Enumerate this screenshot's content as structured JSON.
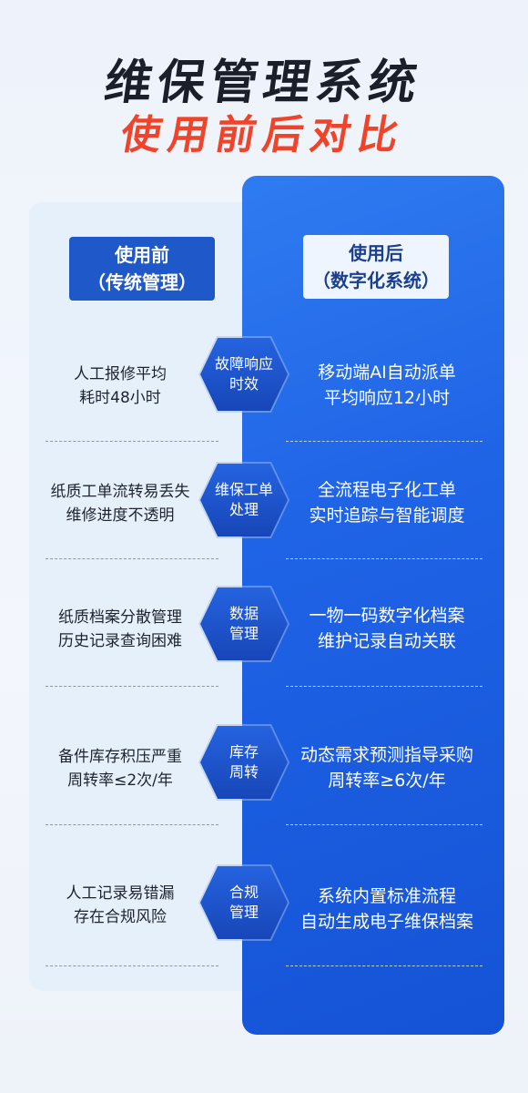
{
  "title": {
    "main": "维保管理系统",
    "sub": "使用前后对比"
  },
  "header": {
    "left_line1": "使用前",
    "left_line2": "（传统管理）",
    "right_line1": "使用后",
    "right_line2": "（数字化系统）"
  },
  "rows": [
    {
      "label_l1": "故障响应",
      "label_l2": "时效",
      "before_l1": "人工报修平均",
      "before_l2": "耗时48小时",
      "after_l1": "移动端AI自动派单",
      "after_l2": "平均响应12小时"
    },
    {
      "label_l1": "维保工单",
      "label_l2": "处理",
      "before_l1": "纸质工单流转易丢失",
      "before_l2": "维修进度不透明",
      "after_l1": "全流程电子化工单",
      "after_l2": "实时追踪与智能调度"
    },
    {
      "label_l1": "数据",
      "label_l2": "管理",
      "before_l1": "纸质档案分散管理",
      "before_l2": "历史记录查询困难",
      "after_l1": "一物一码数字化档案",
      "after_l2": "维护记录自动关联"
    },
    {
      "label_l1": "库存",
      "label_l2": "周转",
      "before_l1": "备件库存积压严重",
      "before_l2": "周转率≤2次/年",
      "after_l1": "动态需求预测指导采购",
      "after_l2": "周转率≥6次/年"
    },
    {
      "label_l1": "合规",
      "label_l2": "管理",
      "before_l1": "人工记录易错漏",
      "before_l2": "存在合规风险",
      "after_l1": "系统内置标准流程",
      "after_l2": "自动生成电子维保档案"
    }
  ],
  "colors": {
    "accent_red": "#f0432a",
    "brand_blue": "#1f63e6",
    "hex_blue": "#1746b8"
  }
}
